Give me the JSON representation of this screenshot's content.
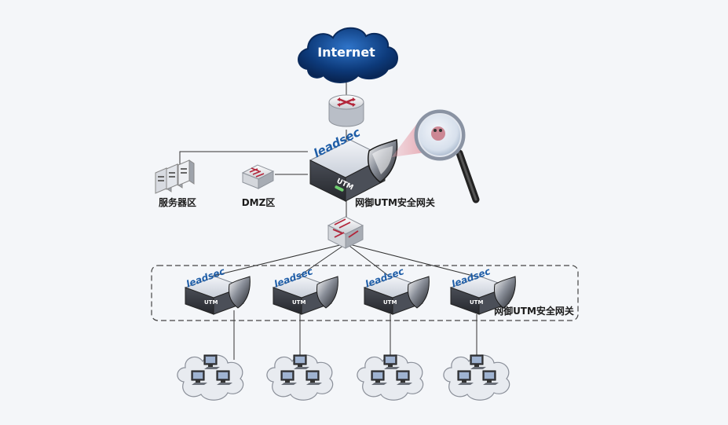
{
  "internet": {
    "label": "Internet"
  },
  "servers": {
    "label": "服务器区"
  },
  "dmz": {
    "label": "DMZ区"
  },
  "core_utm": {
    "brand": "leadsec",
    "model": "UTM",
    "label": "网御UTM安全网关"
  },
  "branch_zone": {
    "label": "网御UTM安全网关",
    "devices": [
      {
        "brand": "leadsec",
        "model": "UTM"
      },
      {
        "brand": "leadsec",
        "model": "UTM"
      },
      {
        "brand": "leadsec",
        "model": "UTM"
      },
      {
        "brand": "leadsec",
        "model": "UTM"
      }
    ]
  },
  "colors": {
    "cloud": "#0d3a7a",
    "device_body": "#3a3d44",
    "brand_blue": "#1f5ea8",
    "connector": "#333333",
    "dashed_border": "#444444",
    "lan_cloud": "#e8ebf0"
  }
}
